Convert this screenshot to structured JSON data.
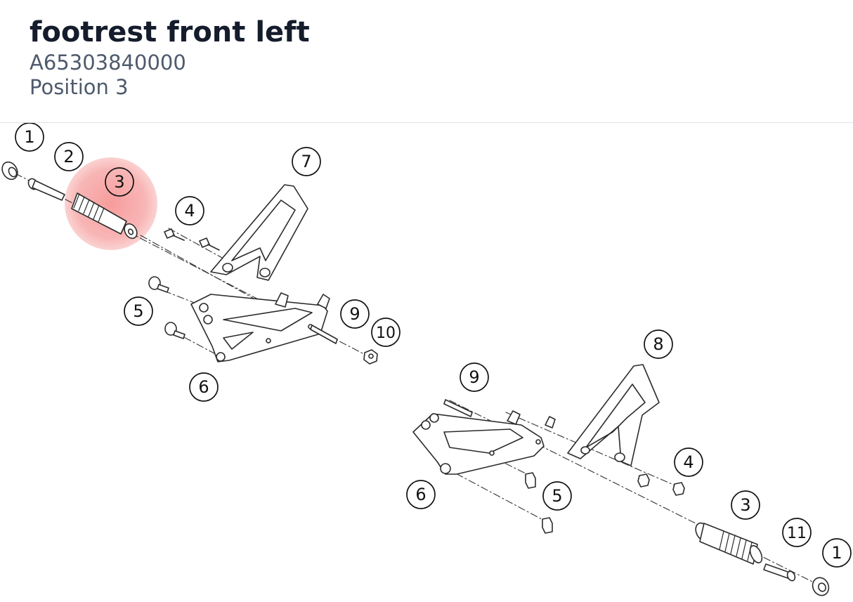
{
  "part": {
    "title": "footrest front left",
    "number": "A65303840000",
    "position": "Position 3"
  },
  "diagram": {
    "highlight_color": "#f28c8c",
    "callouts": [
      {
        "label": "1",
        "highlighted": false
      },
      {
        "label": "2",
        "highlighted": false
      },
      {
        "label": "3",
        "highlighted": true
      },
      {
        "label": "4",
        "highlighted": false
      },
      {
        "label": "5",
        "highlighted": false
      },
      {
        "label": "6",
        "highlighted": false
      },
      {
        "label": "7",
        "highlighted": false
      },
      {
        "label": "9",
        "highlighted": false
      },
      {
        "label": "10",
        "highlighted": false
      },
      {
        "label": "8",
        "highlighted": false
      },
      {
        "label": "9",
        "highlighted": false
      },
      {
        "label": "4",
        "highlighted": false
      },
      {
        "label": "5",
        "highlighted": false
      },
      {
        "label": "6",
        "highlighted": false
      },
      {
        "label": "3",
        "highlighted": false
      },
      {
        "label": "11",
        "highlighted": false
      },
      {
        "label": "1",
        "highlighted": false
      }
    ]
  }
}
